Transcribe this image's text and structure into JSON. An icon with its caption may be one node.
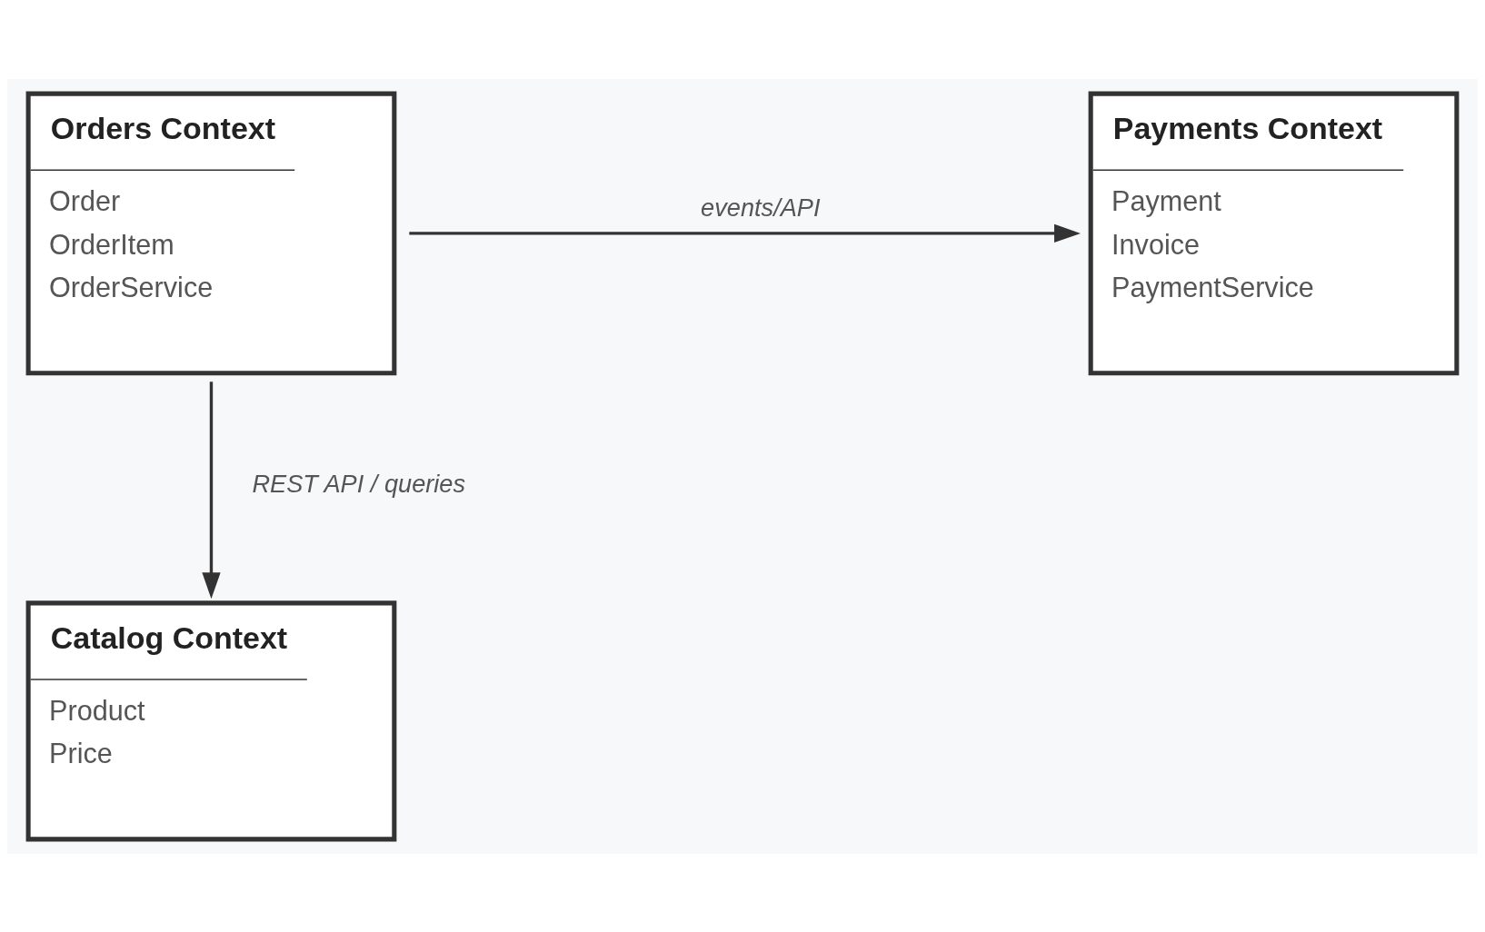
{
  "diagram": {
    "nodes": [
      {
        "text": [
          "Orders Context",
          "Order",
          "OrderItem",
          "OrderService"
        ]
      },
      {
        "text": [
          "Payments Context",
          "Payment",
          "Invoice",
          "PaymentService"
        ]
      },
      {
        "text": [
          "Catalog Context",
          "Product",
          "Price"
        ]
      }
    ],
    "edges": [
      {
        "from": 0,
        "to": 1,
        "arrow": "to",
        "label": "events/API"
      },
      {
        "from": 0,
        "to": 2,
        "arrow": "to",
        "label": "REST API / queries"
      }
    ]
  }
}
